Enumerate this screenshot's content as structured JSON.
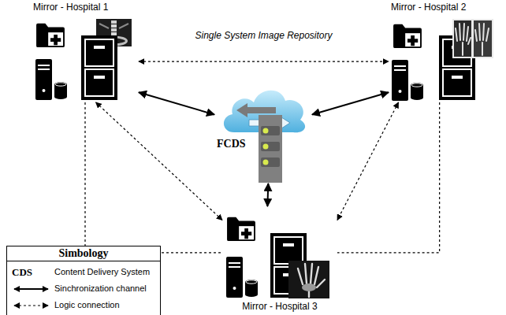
{
  "diagram": {
    "nodes": [
      {
        "text": [
          "Mirror - Hospital 1"
        ]
      },
      {
        "text": [
          "Mirror - Hospital 2"
        ]
      },
      {
        "text": [
          "FCDS"
        ]
      },
      {
        "text": [
          "Mirror - Hospital 3"
        ]
      }
    ],
    "edges": [
      {
        "from": 0,
        "to": 1,
        "arrow": "both",
        "label": "Single System Image Repository"
      },
      {
        "from": 0,
        "to": 2,
        "arrow": "both"
      },
      {
        "from": 1,
        "to": 2,
        "arrow": "both"
      },
      {
        "from": 2,
        "to": 3,
        "arrow": "both"
      },
      {
        "from": 0,
        "to": 3,
        "arrow": "both"
      },
      {
        "from": 1,
        "to": 3,
        "arrow": "both"
      },
      {
        "from": 0,
        "to": 3,
        "arrow": "none"
      },
      {
        "from": 1,
        "to": 3,
        "arrow": "none"
      }
    ],
    "labels": [
      "Simbology",
      "CDS"
    ],
    "legend": [
      {
        "text": "Content Delivery System"
      },
      {
        "text": "Sinchronization channel"
      },
      {
        "text": "Logic connection"
      }
    ]
  }
}
